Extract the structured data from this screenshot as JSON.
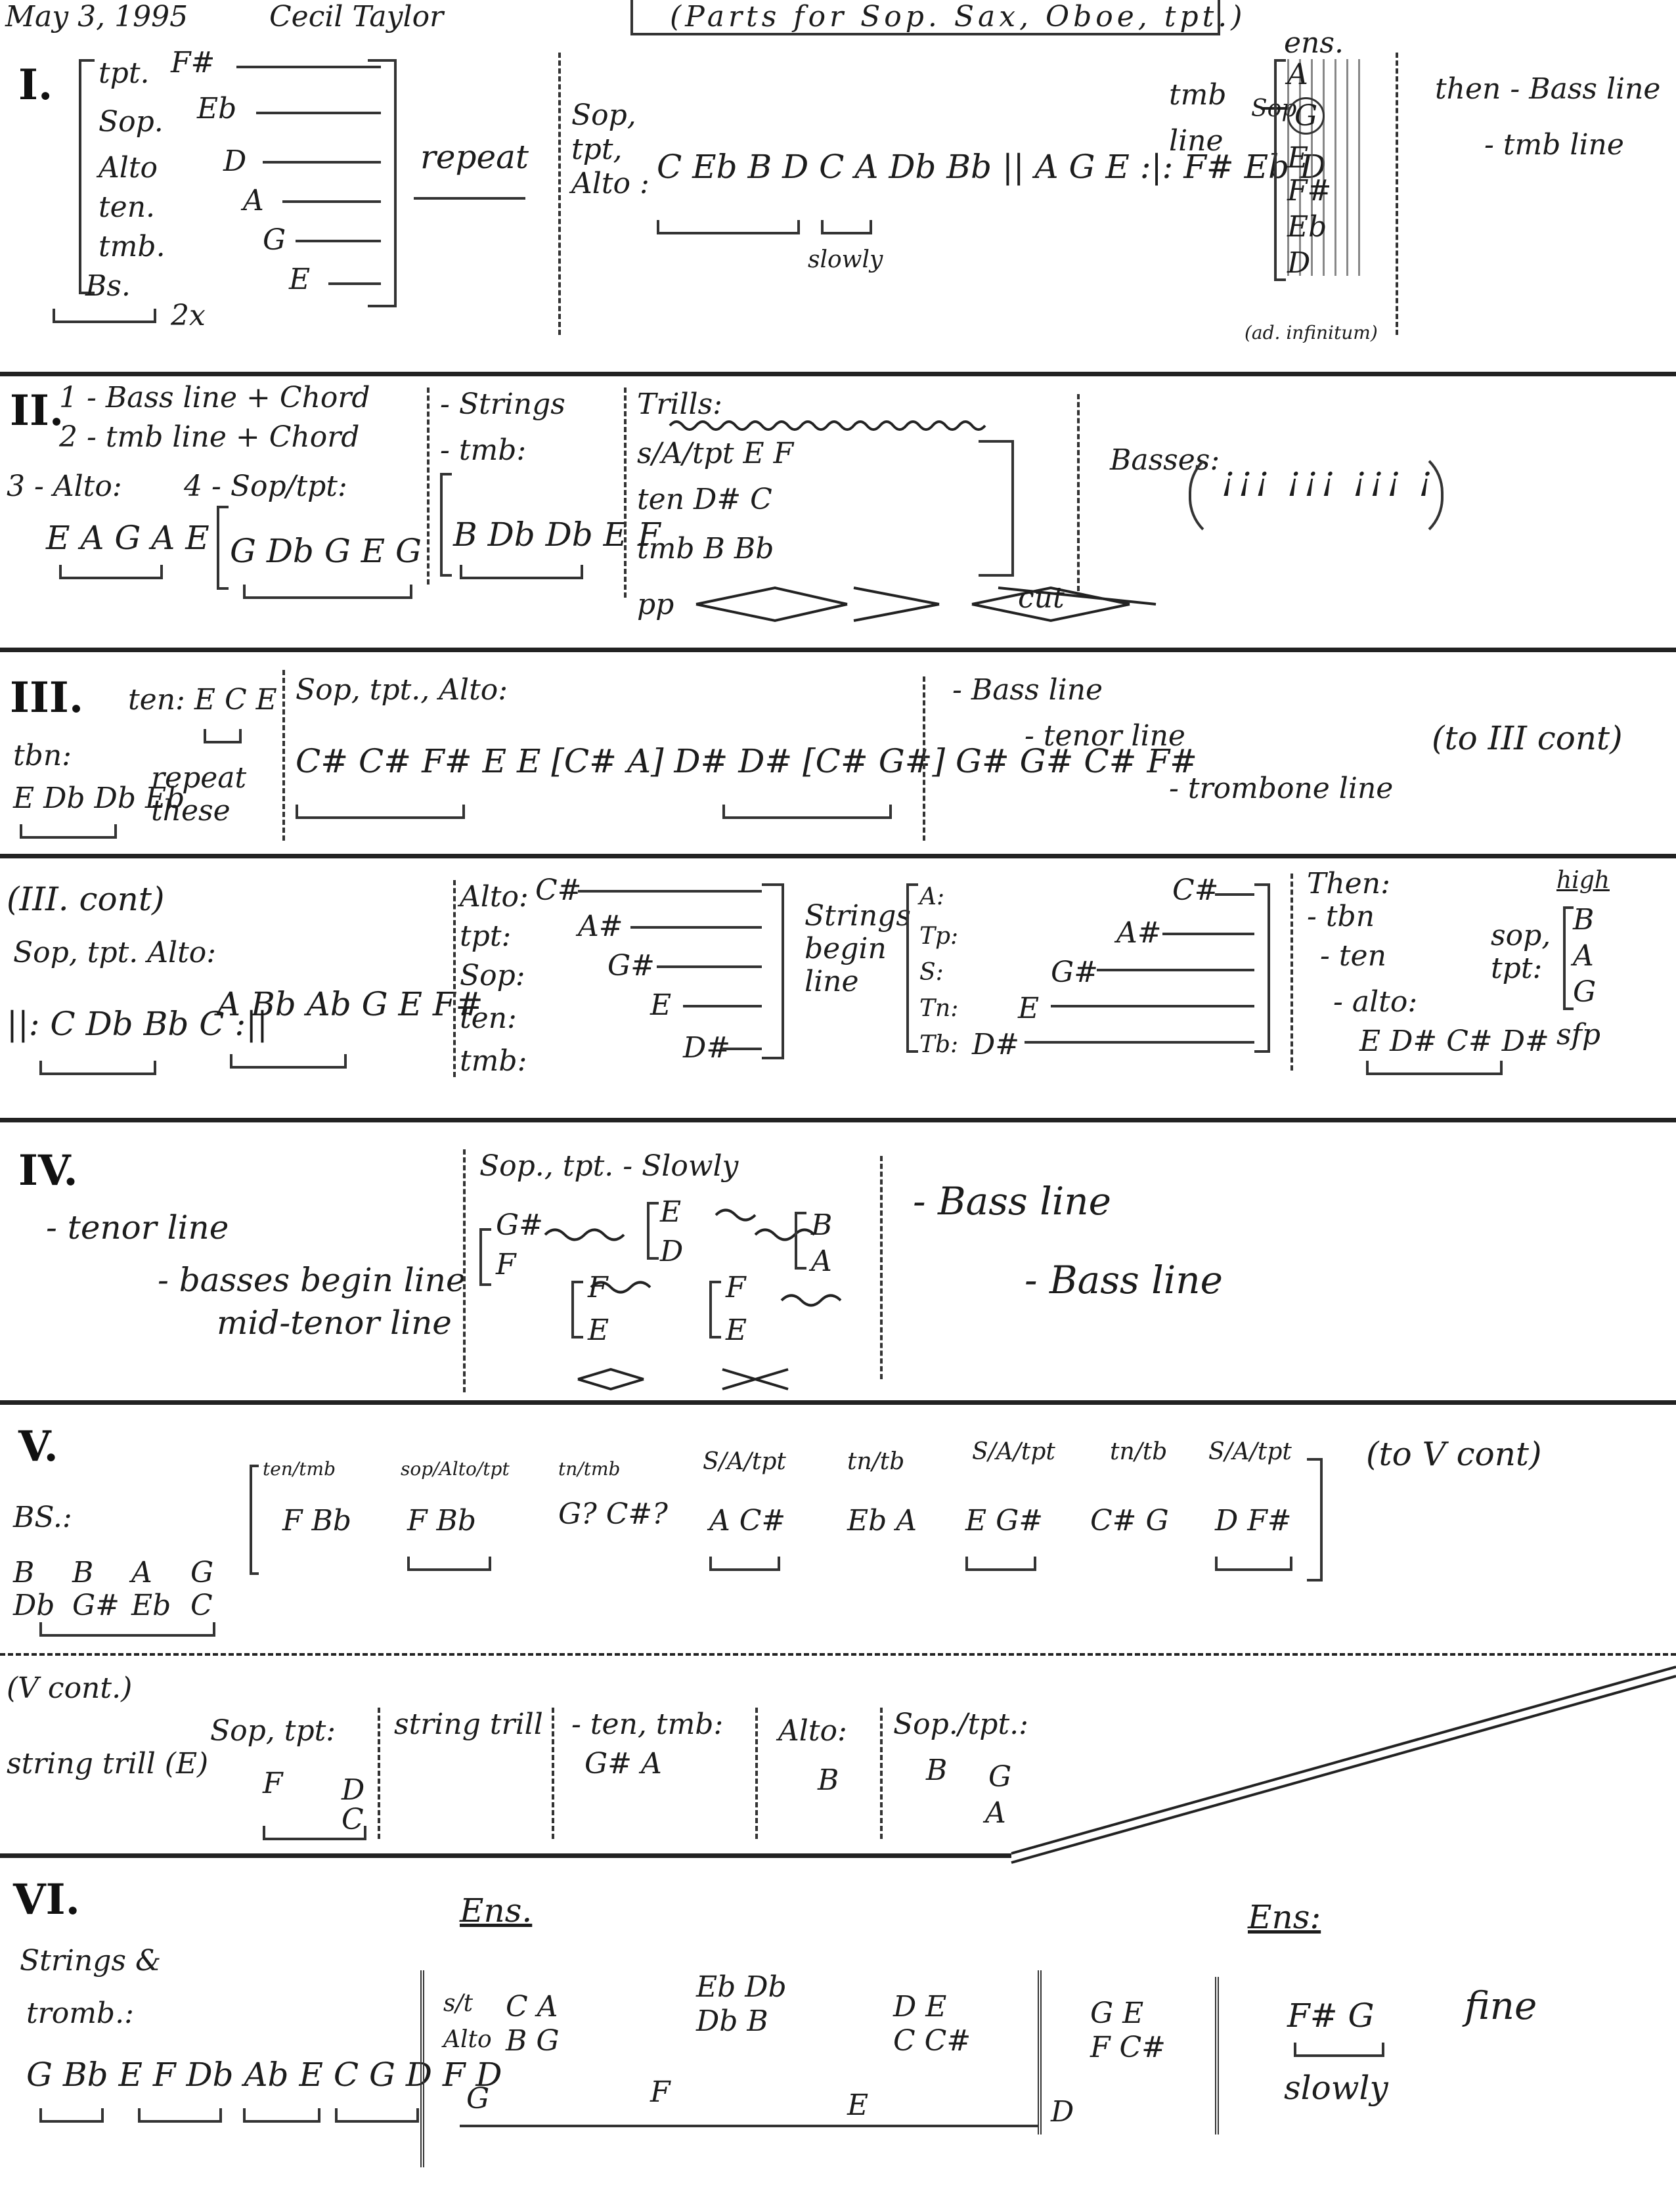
{
  "header": {
    "date": "May 3, 1995",
    "composer": "Cecil Taylor",
    "parts": "(Parts for Sop. Sax, Oboe, tpt.)"
  },
  "s1": {
    "numeral": "I.",
    "instruments": [
      "tpt.",
      "Sop.",
      "Alto",
      "ten.",
      "tmb.",
      "Bs."
    ],
    "notes": [
      "F#",
      "Eb",
      "D",
      "A",
      "G",
      "E"
    ],
    "times": "2x",
    "repeat": "repeat",
    "voices": "Sop, tpt, Alto :",
    "melody": "C  Eb  B  D  C  A   Db  Bb  ||  A  G  E  :|:  F#  Eb  D",
    "slowly": "slowly",
    "tmb_line": "tmb line",
    "ens": "ens.",
    "ens_sop": "Sop",
    "ens_notes": [
      "A",
      "G",
      "E",
      "F#",
      "Eb",
      "D"
    ],
    "ad_inf": "(ad. infinitum)",
    "then_bass": "then - Bass line",
    "then_tmb": "- tmb line"
  },
  "s2": {
    "numeral": "II.",
    "l1": "1 - Bass line + Chord",
    "l2": "2 - tmb line + Chord",
    "l3": "3 - Alto:",
    "alto_notes": "E  A  G  A  E",
    "sop_tpt": "4 - Sop/tpt:",
    "sop_notes": "G  Db  G  E  G",
    "strings": "- Strings",
    "tmb": "- tmb:",
    "tmb_notes": "B  Db  Db  E  F",
    "trills": "Trills:",
    "trill_rows": [
      "s/A/tpt  E F",
      "ten  D# C",
      "tmb  B Bb"
    ],
    "pp": "pp",
    "cut": "cut",
    "basses": "Basses:"
  },
  "s3": {
    "numeral": "III.",
    "ten": "ten: E  C  E",
    "tbn": "tbn:",
    "tbn_notes": "E  Db  Db  Eb",
    "repeat_these": "repeat these",
    "sta": "Sop, tpt., Alto:",
    "melody": "C#  C#  F#  E   E  [C# A]   D#  D#  [C# G#]   G#  G#  C#  F#",
    "bass_line": "- Bass line",
    "tenor_line": "- tenor line",
    "trombone_line": "- trombone line",
    "to_cont": "(to III cont)"
  },
  "s3c": {
    "label": "(III. cont)",
    "sta": "Sop, tpt. Alto:",
    "notes1": "||: C  Db  Bb  C :||",
    "notes2": "A  Bb  Ab  G  E  F#",
    "parts": [
      "Alto:",
      "tpt:",
      "Sop:",
      "ten:",
      "tmb:"
    ],
    "part_notes": [
      "C#",
      "A#",
      "G#",
      "E",
      "D#"
    ],
    "strings_begin": "Strings begin line",
    "parts2": [
      "A:",
      "Tp:",
      "S:",
      "Tn:",
      "Tb:"
    ],
    "part_notes2": [
      "C#",
      "A#",
      "G#",
      "E",
      "D#"
    ],
    "then": "Then:",
    "then_list": [
      "- tbn",
      "- ten",
      "- alto:"
    ],
    "alto_notes": "E  D#  C#  D#",
    "high": "high",
    "sop_tpt": "sop, tpt:",
    "high_notes": [
      "B",
      "A",
      "G"
    ],
    "sfp": "sfp"
  },
  "s4": {
    "numeral": "IV.",
    "tenor": "- tenor line",
    "basses_begin": "- basses begin line",
    "mid_tenor": "mid-tenor line",
    "sop_tpt": "Sop., tpt. - Slowly",
    "chord_notes": [
      "G#",
      "F",
      "F",
      "E",
      "E",
      "D",
      "F",
      "E",
      "B",
      "A"
    ],
    "bass1": "- Bass line",
    "bass2": "- Bass line"
  },
  "s5": {
    "numeral": "V.",
    "bs": "BS.:",
    "bass_chords": [
      "B Db",
      "B G#",
      "A Eb",
      "G C"
    ],
    "groups": [
      "ten/tmb",
      "sop/Alto/tpt",
      "tn/tmb",
      "S/A/tpt",
      "tn/tb",
      "S/A/tpt",
      "tn/tb",
      "S/A/tpt"
    ],
    "group_notes": [
      "F  Bb",
      "F  Bb",
      "G?  C#?",
      "A  C#",
      "Eb  A",
      "E  G#",
      "C#  G",
      "D  F#"
    ],
    "to_cont": "(to V cont)"
  },
  "s5c": {
    "label": "(V cont.)",
    "string_trill": "string trill (E)",
    "sop_tpt": "Sop, tpt:",
    "sop_notes": [
      "F",
      "D",
      "C"
    ],
    "string_trill2": "string trill",
    "ten_tmb": "- ten, tmb:",
    "ten_notes": "G#  A",
    "alto": "Alto:",
    "alto_note": "B",
    "sop_tpt2": "Sop./tpt.:",
    "sop_notes2": [
      "B",
      "G",
      "A"
    ]
  },
  "s6": {
    "numeral": "VI.",
    "strings": "Strings &",
    "tromb": "tromb.:",
    "tromb_notes": "G  Bb  E   F  Db  Ab   E  C  G   D  F  D",
    "ens1": "Ens.",
    "st": "s/t",
    "alto": "Alto",
    "chords": [
      "C  A / B  G",
      "Eb  Db / Db  B",
      "D  E / C  C#",
      "G  E / F  C#"
    ],
    "bass_notes": [
      "G",
      "F",
      "E",
      "D"
    ],
    "ens2": "Ens:",
    "final": "F#  G",
    "slowly": "slowly",
    "fine": "fine"
  }
}
